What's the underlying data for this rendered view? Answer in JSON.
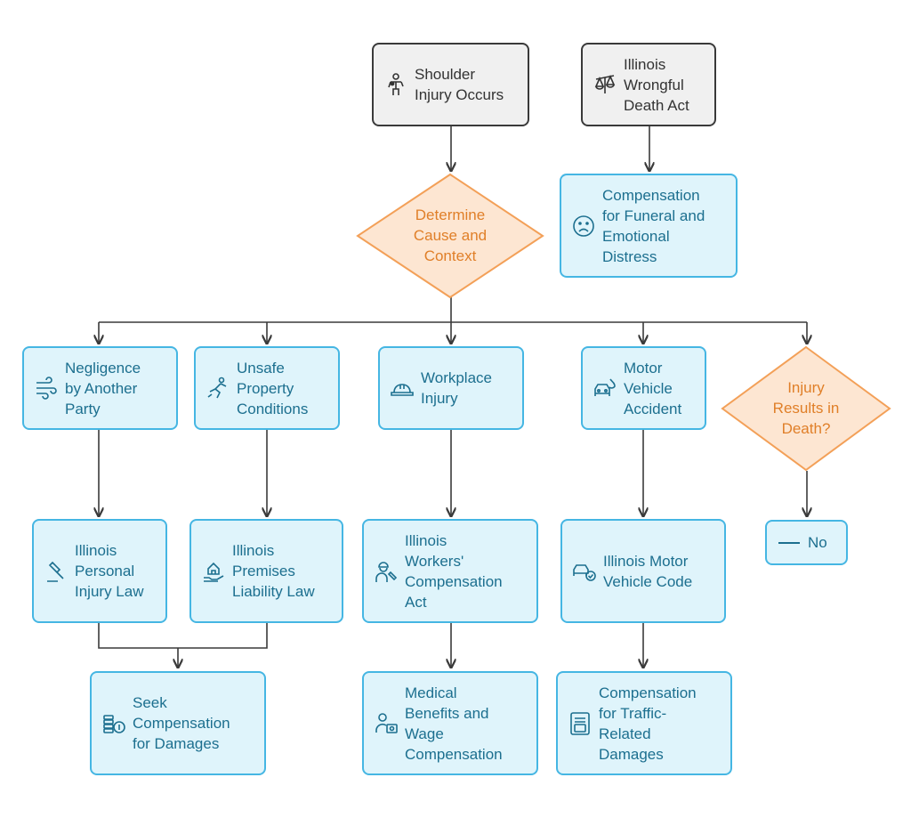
{
  "colors": {
    "blue_fill": "#dff4fb",
    "blue_stroke": "#45b6e3",
    "blue_text": "#1c6f8f",
    "gray_fill": "#f0f0f0",
    "gray_stroke": "#3a3a3a",
    "diamond_fill": "#fde6d2",
    "diamond_stroke": "#f3a058",
    "diamond_text": "#e07f28",
    "edge": "#3a3a3a"
  },
  "nodes": {
    "shoulder": {
      "label": "Shoulder\nInjury Occurs",
      "icon": "person-shoulder-icon"
    },
    "wrongful_death_act": {
      "label": "Illinois\nWrongful\nDeath Act",
      "icon": "scales-icon"
    },
    "funeral": {
      "label": "Compensation\nfor Funeral and\nEmotional\nDistress",
      "icon": "sad-face-icon"
    },
    "determine": {
      "label": "Determine\nCause and\nContext"
    },
    "negligence": {
      "label": "Negligence\nby Another\nParty",
      "icon": "wind-icon"
    },
    "unsafe": {
      "label": "Unsafe\nProperty\nConditions",
      "icon": "falling-person-icon"
    },
    "workplace": {
      "label": "Workplace\nInjury",
      "icon": "hard-hat-icon"
    },
    "motor": {
      "label": "Motor\nVehicle\nAccident",
      "icon": "car-crash-icon"
    },
    "death": {
      "label": "Injury\nResults in\nDeath?"
    },
    "personal_injury_law": {
      "label": "Illinois\nPersonal\nInjury Law",
      "icon": "gavel-icon"
    },
    "premises_law": {
      "label": "Illinois\nPremises\nLiability Law",
      "icon": "house-hand-icon"
    },
    "workers_comp": {
      "label": "Illinois\nWorkers'\nCompensation\nAct",
      "icon": "worker-icon"
    },
    "motor_code": {
      "label": "Illinois Motor\nVehicle Code",
      "icon": "car-check-icon"
    },
    "no": {
      "label": "No",
      "icon": "dash-icon"
    },
    "seek": {
      "label": "Seek\nCompensation\nfor Damages",
      "icon": "coins-icon"
    },
    "medical": {
      "label": "Medical\nBenefits and\nWage\nCompensation",
      "icon": "person-money-icon"
    },
    "traffic": {
      "label": "Compensation\nfor Traffic-\nRelated\nDamages",
      "icon": "speed-limit-icon"
    }
  }
}
